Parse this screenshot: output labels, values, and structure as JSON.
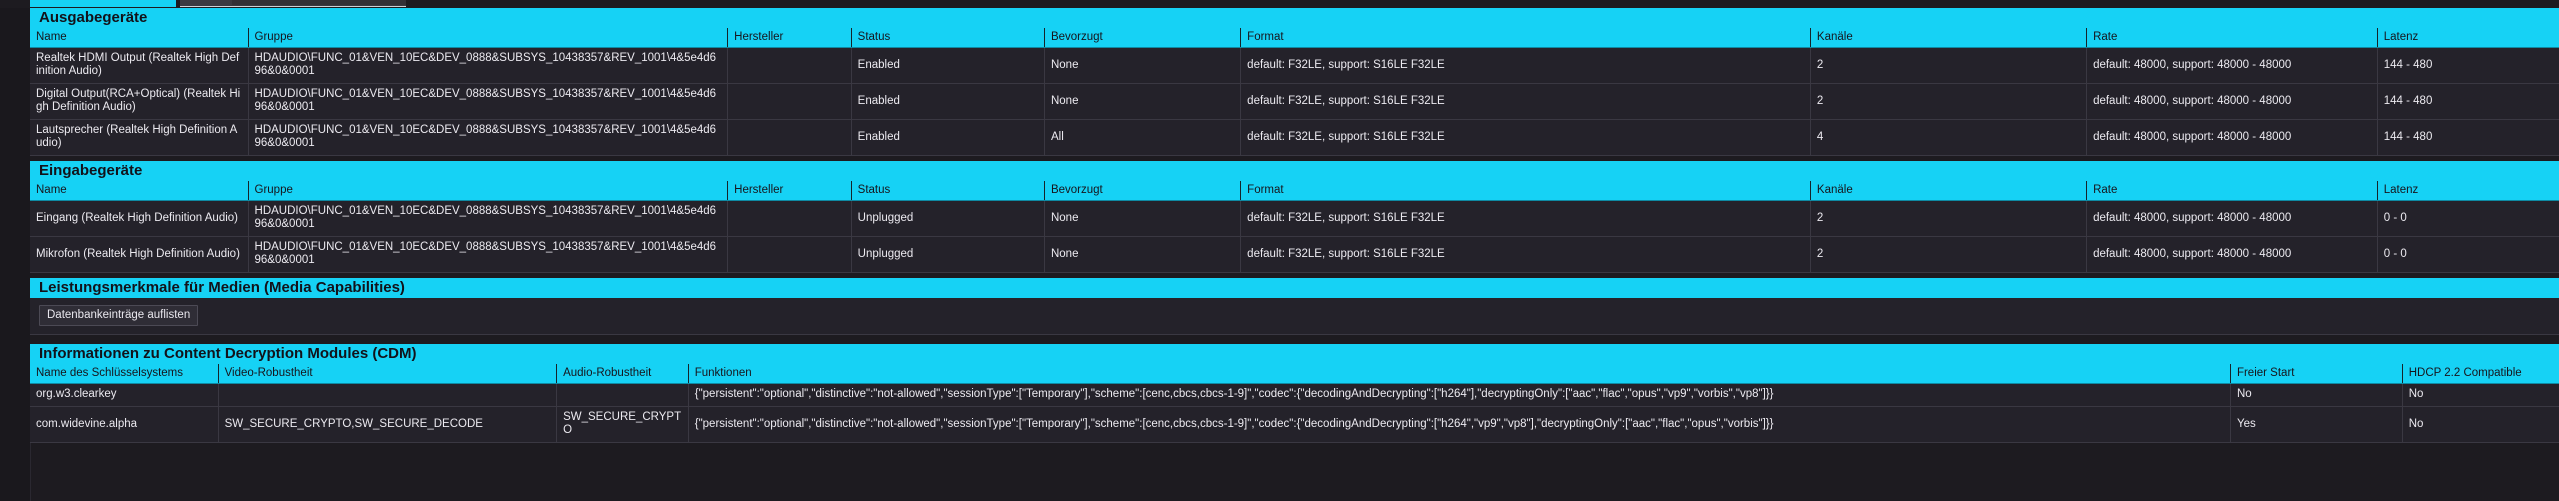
{
  "page": {
    "accent_color": "#16d2f5",
    "background_color": "#1d1b20",
    "row_background_color": "#24222a"
  },
  "sections": {
    "output_devices": {
      "title": "Ausgabegeräte",
      "columns": [
        "Name",
        "Gruppe",
        "Hersteller",
        "Status",
        "Bevorzugt",
        "Format",
        "Kanäle",
        "Rate",
        "Latenz"
      ],
      "rows": [
        {
          "name": "Realtek HDMI Output (Realtek High Definition Audio)",
          "group": "HDAUDIO\\FUNC_01&VEN_10EC&DEV_0888&SUBSYS_10438357&REV_1001\\4&5e4d696&0&0001",
          "manufacturer": "",
          "status": "Enabled",
          "preferred": "None",
          "format": "default: F32LE, support: S16LE F32LE",
          "channels": "2",
          "rate": "default: 48000, support: 48000 - 48000",
          "latency": "144 - 480"
        },
        {
          "name": "Digital Output(RCA+Optical) (Realtek High Definition Audio)",
          "group": "HDAUDIO\\FUNC_01&VEN_10EC&DEV_0888&SUBSYS_10438357&REV_1001\\4&5e4d696&0&0001",
          "manufacturer": "",
          "status": "Enabled",
          "preferred": "None",
          "format": "default: F32LE, support: S16LE F32LE",
          "channels": "2",
          "rate": "default: 48000, support: 48000 - 48000",
          "latency": "144 - 480"
        },
        {
          "name": "Lautsprecher (Realtek High Definition Audio)",
          "group": "HDAUDIO\\FUNC_01&VEN_10EC&DEV_0888&SUBSYS_10438357&REV_1001\\4&5e4d696&0&0001",
          "manufacturer": "",
          "status": "Enabled",
          "preferred": "All",
          "format": "default: F32LE, support: S16LE F32LE",
          "channels": "4",
          "rate": "default: 48000, support: 48000 - 48000",
          "latency": "144 - 480"
        }
      ]
    },
    "input_devices": {
      "title": "Eingabegeräte",
      "columns": [
        "Name",
        "Gruppe",
        "Hersteller",
        "Status",
        "Bevorzugt",
        "Format",
        "Kanäle",
        "Rate",
        "Latenz"
      ],
      "rows": [
        {
          "name": "Eingang (Realtek High Definition Audio)",
          "group": "HDAUDIO\\FUNC_01&VEN_10EC&DEV_0888&SUBSYS_10438357&REV_1001\\4&5e4d696&0&0001",
          "manufacturer": "",
          "status": "Unplugged",
          "preferred": "None",
          "format": "default: F32LE, support: S16LE F32LE",
          "channels": "2",
          "rate": "default: 48000, support: 48000 - 48000",
          "latency": "0 - 0"
        },
        {
          "name": "Mikrofon (Realtek High Definition Audio)",
          "group": "HDAUDIO\\FUNC_01&VEN_10EC&DEV_0888&SUBSYS_10438357&REV_1001\\4&5e4d696&0&0001",
          "manufacturer": "",
          "status": "Unplugged",
          "preferred": "None",
          "format": "default: F32LE, support: S16LE F32LE",
          "channels": "2",
          "rate": "default: 48000, support: 48000 - 48000",
          "latency": "0 - 0"
        }
      ]
    },
    "media_capabilities": {
      "title": "Leistungsmerkmale für Medien (Media Capabilities)",
      "button_label": "Datenbankeinträge auflisten"
    },
    "cdm": {
      "title": "Informationen zu Content Decryption Modules (CDM)",
      "columns": [
        "Name des Schlüsselsystems",
        "Video-Robustheit",
        "Audio-Robustheit",
        "Funktionen",
        "Freier Start",
        "HDCP 2.2 Compatible"
      ],
      "rows": [
        {
          "key_system": "org.w3.clearkey",
          "video_robustness": "",
          "audio_robustness": "",
          "capabilities": "{\"persistent\":\"optional\",\"distinctive\":\"not-allowed\",\"sessionType\":[\"Temporary\"],\"scheme\":[cenc,cbcs,cbcs-1-9]\",\"codec\":{\"decodingAndDecrypting\":[\"h264\"],\"decryptingOnly\":[\"aac\",\"flac\",\"opus\",\"vp9\",\"vorbis\",\"vp8\"]}}",
          "unprotected_start": "No",
          "hdcp22": "No"
        },
        {
          "key_system": "com.widevine.alpha",
          "video_robustness": "SW_SECURE_CRYPTO,SW_SECURE_DECODE",
          "audio_robustness": "SW_SECURE_CRYPTO",
          "capabilities": "{\"persistent\":\"optional\",\"distinctive\":\"not-allowed\",\"sessionType\":[\"Temporary\"],\"scheme\":[cenc,cbcs,cbcs-1-9]\",\"codec\":{\"decodingAndDecrypting\":[\"h264\",\"vp9\",\"vp8\"],\"decryptingOnly\":[\"aac\",\"flac\",\"opus\",\"vorbis\"]}}",
          "unprotected_start": "Yes",
          "hdcp22": "No"
        }
      ]
    }
  }
}
